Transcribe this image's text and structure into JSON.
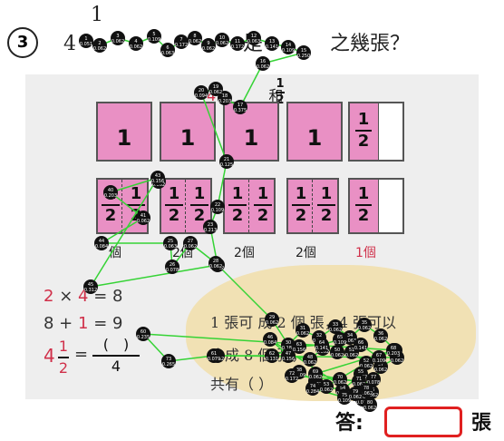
{
  "question": {
    "number": "3",
    "top_numerator": "1",
    "prefix": "4",
    "text_visible": "是",
    "text_end": "之幾張？"
  },
  "figure": {
    "top_label_prefix": "4",
    "top_label_and": "和",
    "top_label_frac_n": "1",
    "top_label_frac_d": "2",
    "whole_one": "1",
    "half_n": "1",
    "half_d": "2",
    "group_labels": [
      "個",
      "2個",
      "2個",
      "2個",
      "1個"
    ],
    "group_prefix": "2",
    "group_frac_n": "1",
    "group_frac_d": "2"
  },
  "work": {
    "line1": {
      "a": "2",
      "op": "×",
      "b": "4",
      "eq": "= 8"
    },
    "line2": {
      "a": "8 +",
      "b": "1",
      "eq": "= 9"
    },
    "line3": {
      "whole": "4",
      "n": "1",
      "d": "2",
      "eq": "=",
      "blank": "(　)",
      "den": "4"
    }
  },
  "scroll": {
    "line1": "1 張可      成 2 個      張，4 張可以",
    "line2": "合成 8 個                         張，",
    "line3": "共有（  ）"
  },
  "answer": {
    "label": "答:",
    "unit": "張"
  },
  "colors": {
    "pink": "#e990c4",
    "red": "#d0304a",
    "answer_box": "#e02020",
    "gaze_line": "#35d335",
    "fixation": "#111111"
  },
  "fixations": [
    {
      "id": "1",
      "v": "0.051"
    },
    {
      "id": "2",
      "v": "0.062"
    },
    {
      "id": "3",
      "v": "0.062"
    },
    {
      "id": "4",
      "v": "0.062"
    },
    {
      "id": "5",
      "v": "0.109"
    },
    {
      "id": "6",
      "v": "0.063"
    },
    {
      "id": "7",
      "v": "0.172"
    },
    {
      "id": "8",
      "v": "0.062"
    },
    {
      "id": "9",
      "v": "0.062"
    },
    {
      "id": "10",
      "v": "0.062"
    },
    {
      "id": "11",
      "v": "0.172"
    },
    {
      "id": "12",
      "v": "0.063"
    },
    {
      "id": "13",
      "v": "0.141"
    },
    {
      "id": "14",
      "v": "0.109"
    },
    {
      "id": "15",
      "v": "0.250"
    },
    {
      "id": "16",
      "v": "0.062"
    },
    {
      "id": "17",
      "v": "0.375"
    },
    {
      "id": "18",
      "v": "0.203"
    },
    {
      "id": "19",
      "v": "0.062"
    },
    {
      "id": "20",
      "v": "0.094"
    },
    {
      "id": "21",
      "v": "0.125"
    },
    {
      "id": "22",
      "v": "0.109"
    },
    {
      "id": "23",
      "v": "0.213"
    },
    {
      "id": "24",
      "v": "0.062"
    },
    {
      "id": "25",
      "v": "0.063"
    },
    {
      "id": "26",
      "v": "0.078"
    },
    {
      "id": "27",
      "v": "0.062"
    },
    {
      "id": "28",
      "v": "0.062"
    },
    {
      "id": "29",
      "v": "0.062"
    },
    {
      "id": "30",
      "v": "0.187"
    },
    {
      "id": "31",
      "v": "0.062"
    },
    {
      "id": "32",
      "v": "0.062"
    },
    {
      "id": "33",
      "v": "0.062"
    },
    {
      "id": "34",
      "v": "0.063"
    },
    {
      "id": "35",
      "v": "0.062"
    },
    {
      "id": "36",
      "v": "0.062"
    },
    {
      "id": "37",
      "v": "0.172"
    },
    {
      "id": "38",
      "v": "0.109"
    },
    {
      "id": "39",
      "v": "0.062"
    },
    {
      "id": "40",
      "v": "0.203"
    },
    {
      "id": "41",
      "v": "0.062"
    },
    {
      "id": "42",
      "v": "0.062"
    },
    {
      "id": "43",
      "v": "0.156"
    },
    {
      "id": "44",
      "v": "0.084"
    },
    {
      "id": "45",
      "v": "0.312"
    },
    {
      "id": "46",
      "v": "0.084"
    },
    {
      "id": "47",
      "v": "0.156"
    },
    {
      "id": "48",
      "v": "0.062"
    },
    {
      "id": "49",
      "v": "0.062"
    },
    {
      "id": "50",
      "v": "0.062"
    },
    {
      "id": "51",
      "v": "0.062"
    },
    {
      "id": "52",
      "v": "0.062"
    },
    {
      "id": "53",
      "v": "0.062"
    },
    {
      "id": "54",
      "v": "0.062"
    },
    {
      "id": "55",
      "v": "0.062"
    },
    {
      "id": "56",
      "v": "0.062"
    },
    {
      "id": "57",
      "v": "0.062"
    },
    {
      "id": "58",
      "v": "0.062"
    },
    {
      "id": "59",
      "v": "0.062"
    },
    {
      "id": "60",
      "v": "0.235"
    },
    {
      "id": "61",
      "v": "0.079"
    },
    {
      "id": "62",
      "v": "0.131"
    },
    {
      "id": "63",
      "v": "0.156"
    },
    {
      "id": "64",
      "v": "0.141"
    },
    {
      "id": "65",
      "v": "0.109"
    },
    {
      "id": "66",
      "v": "0.141"
    },
    {
      "id": "67",
      "v": "0.109"
    },
    {
      "id": "68",
      "v": "0.203"
    },
    {
      "id": "69",
      "v": "0.062"
    },
    {
      "id": "70",
      "v": "0.062"
    },
    {
      "id": "71",
      "v": "0.062"
    },
    {
      "id": "72",
      "v": "0.172"
    },
    {
      "id": "73",
      "v": "0.265"
    },
    {
      "id": "74",
      "v": "0.284"
    },
    {
      "id": "75",
      "v": "0.109"
    },
    {
      "id": "76",
      "v": "0.078"
    },
    {
      "id": "77",
      "v": "0.078"
    },
    {
      "id": "78",
      "v": "0.062"
    },
    {
      "id": "79",
      "v": "0.062"
    },
    {
      "id": "80",
      "v": "0.062"
    }
  ]
}
